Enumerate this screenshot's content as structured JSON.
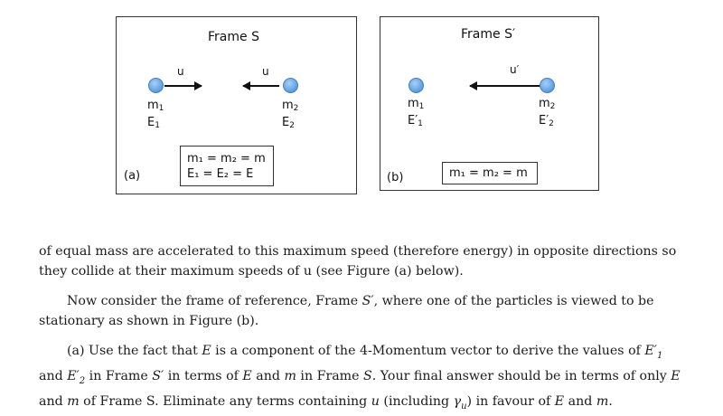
{
  "figure_a": {
    "title": "Frame S",
    "velocity_left": "u",
    "velocity_right": "u",
    "particle1_mass": "m",
    "particle1_mass_sub": "1",
    "particle1_energy": "E",
    "particle1_energy_sub": "1",
    "particle2_mass": "m",
    "particle2_mass_sub": "2",
    "particle2_energy": "E",
    "particle2_energy_sub": "2",
    "box_line1": "m₁ = m₂ = m",
    "box_line2": "E₁ = E₂ = E",
    "label": "(a)"
  },
  "figure_b": {
    "title": "Frame S′",
    "velocity": "u′",
    "particle1_mass": "m",
    "particle1_mass_sub": "1",
    "particle1_energy": "E′",
    "particle1_energy_sub": "1",
    "particle2_mass": "m",
    "particle2_mass_sub": "2",
    "particle2_energy": "E′",
    "particle2_energy_sub": "2",
    "box_line1": "m₁ = m₂ = m",
    "label": "(b)"
  },
  "text": {
    "para1": "of equal mass are accelerated to this maximum speed (therefore energy) in opposite directions so they collide at their maximum speeds of u (see Figure (a) below).",
    "para2_a": "Now consider the frame of reference, Frame ",
    "para2_sym": "S′",
    "para2_b": ", where one of the particles is viewed to be stationary as shown in Figure (b).",
    "para3_a": "(a) Use the fact that ",
    "para3_E": "E",
    "para3_b": " is a component of the 4-Momentum vector to derive the values of ",
    "para3_E1": "E′",
    "para3_sub1": "1",
    "para3_c": " and ",
    "para3_E2": "E′",
    "para3_sub2": "2",
    "para3_d": " in Frame ",
    "para3_Sp": "S′",
    "para3_e": " in terms of ",
    "para3_E3": "E",
    "para3_f": " and ",
    "para3_m1": "m",
    "para3_g": " in Frame ",
    "para3_S": "S",
    "para3_h": ". Your final answer should be in terms of only ",
    "para3_E4": "E",
    "para3_i": " and ",
    "para3_m2": "m",
    "para3_j": " of Frame S. Eliminate any terms containing ",
    "para3_u": "u",
    "para3_k": " (including ",
    "para3_gamma": "γ",
    "para3_gsub": "u",
    "para3_l": ") in favour of ",
    "para3_E5": "E",
    "para3_m": " and ",
    "para3_m3": "m",
    "para3_n": "."
  },
  "colors": {
    "particle": "#6aa8e6",
    "border": "#333333",
    "text": "#1c1c1c"
  }
}
